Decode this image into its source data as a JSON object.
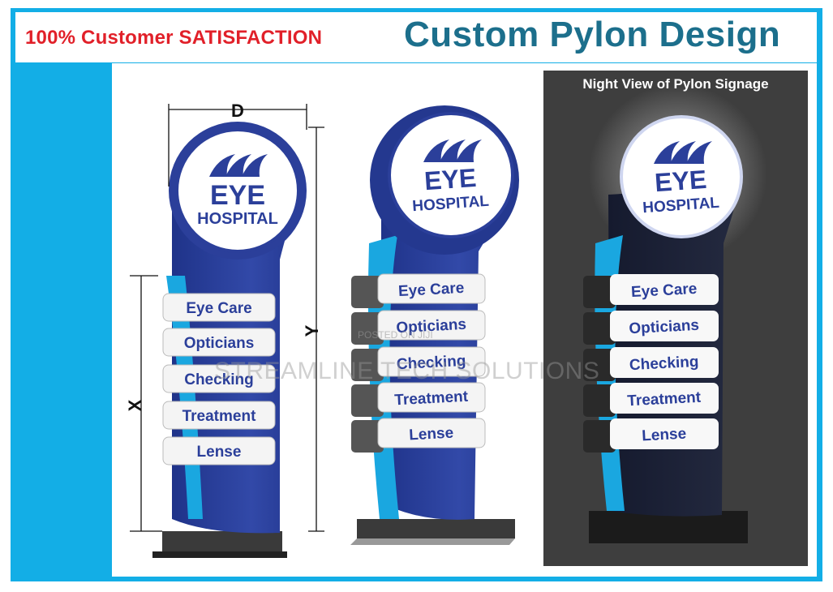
{
  "header": {
    "tagline": "100% Customer SATISFACTION",
    "title": "Custom Pylon Design"
  },
  "night_view": {
    "title": "Night View of Pylon Signage"
  },
  "sign": {
    "logo_line1": "EYE",
    "logo_line2": "HOSPITAL",
    "panels": [
      "Eye Care",
      "Opticians",
      "Checking",
      "Treatment",
      "Lense"
    ]
  },
  "dimensions": {
    "width_label": "D",
    "height_label": "Y",
    "panel_height_label": "X"
  },
  "watermark": {
    "posted": "POSTED ON JIJI",
    "company": "STREAMLINE TECH SOLUTIONS"
  },
  "colors": {
    "frame": "#13aee6",
    "tagline": "#e12029",
    "title": "#1c6f8c",
    "pylon_blue": "#2b3f9a",
    "accent_cyan": "#1aa7e0",
    "night_bg": "#3e3e3e"
  },
  "icons": {
    "logo": "wave-sail-icon"
  }
}
